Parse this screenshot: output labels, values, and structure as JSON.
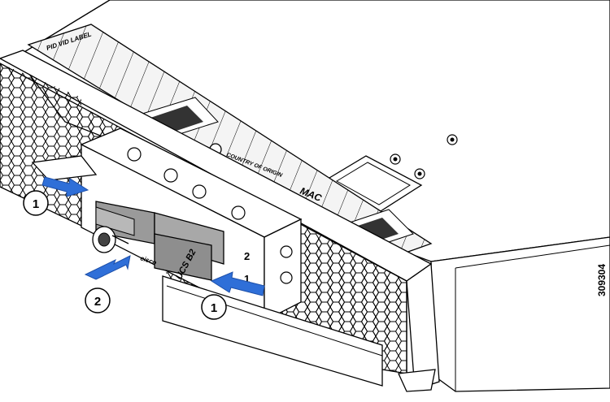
{
  "figure_id": "309304",
  "callouts": [
    "1",
    "1",
    "2"
  ],
  "panel_labels": {
    "pid_vid": "PID VID LABEL",
    "country": "COUNTRY OF ORIGIN",
    "mac": "MAC",
    "ucs": "UCS B2",
    "brand": "cisco",
    "slot2": "2",
    "slot1": "1"
  },
  "colors": {
    "arrow": "#2f6fd8",
    "line": "#000000",
    "fill_gray": "#9a9a9a",
    "fill_light": "#e6e6e6"
  }
}
